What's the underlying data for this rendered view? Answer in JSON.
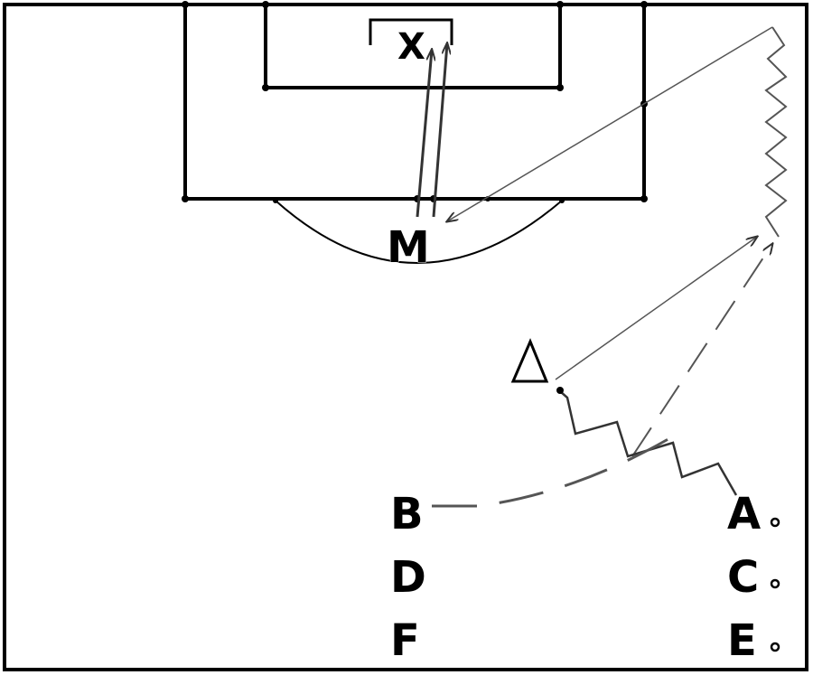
{
  "diagram": {
    "labels": {
      "goalkeeper": "X",
      "attacker_m": "M",
      "player_a": "A",
      "player_b": "B",
      "player_c": "C",
      "player_d": "D",
      "player_e": "E",
      "player_f": "F"
    },
    "cone_icon": "triangle-cone-icon",
    "ball_icon": "ball-icon",
    "colors": {
      "lines": "#000000",
      "background": "#ffffff",
      "movement": "#555555"
    }
  }
}
